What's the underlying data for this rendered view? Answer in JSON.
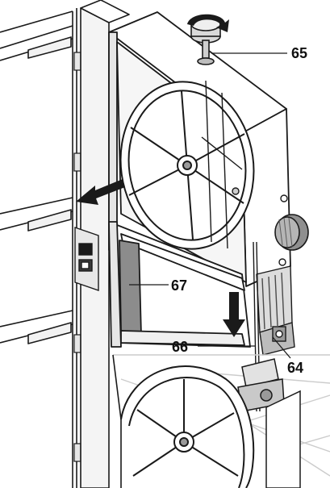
{
  "callouts": {
    "c65": "65",
    "c67": "67",
    "c66": "66",
    "c64": "64"
  },
  "colors": {
    "line": "#1a1a1a",
    "panel": "#ffffff",
    "shade": "#d9d9d9",
    "dark_shade": "#9a9a9a",
    "door_strip": "#8c8c8c"
  },
  "icons": {
    "tension_knob": "rotate-arrow-icon",
    "door_arrow": "arrow-left-icon",
    "blade_arrow": "arrow-down-icon"
  }
}
